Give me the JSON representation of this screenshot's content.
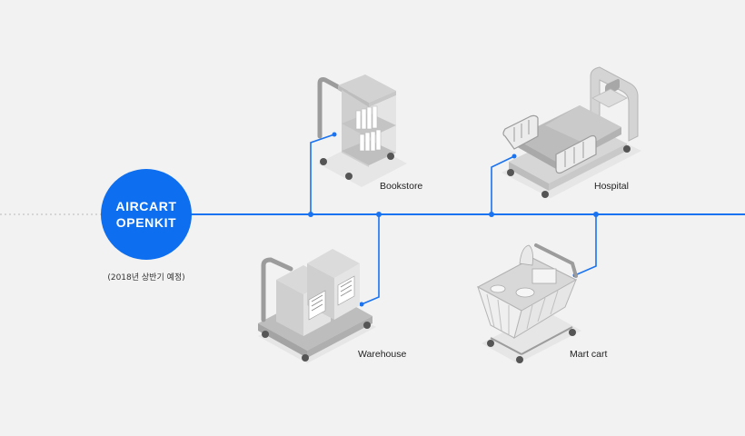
{
  "hub": {
    "line1": "AIRCART",
    "line2": "OPENKIT",
    "caption": "(2018년 상반기 예정)"
  },
  "nodes": {
    "bookstore": "Bookstore",
    "hospital": "Hospital",
    "warehouse": "Warehouse",
    "mart": "Mart cart"
  },
  "colors": {
    "background": "#f2f2f2",
    "accent": "#1a73f0",
    "hub": "#0d6ff0",
    "dotted_line": "#b8b8b8"
  }
}
